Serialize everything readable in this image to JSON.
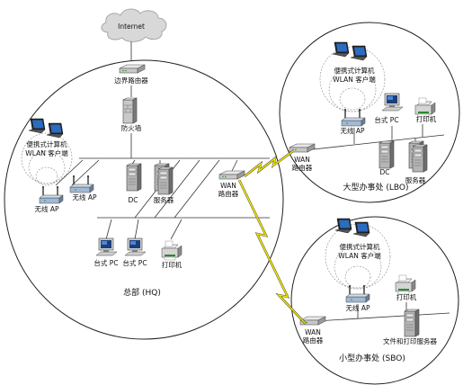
{
  "internet": "Internet",
  "hq": {
    "title": "总部 (HQ)",
    "border_router": "边界路由器",
    "firewall": "防火墙",
    "laptop_label_1": "便携式计算机",
    "laptop_label_2": "WLAN 客户端",
    "wireless_ap_left": "无线 AP",
    "wireless_ap_right": "无线 AP",
    "dc": "DC",
    "server": "服务器",
    "wan_router_1": "WAN",
    "wan_router_2": "路由器",
    "desktop_1": "台式 PC",
    "desktop_2": "台式 PC",
    "printer": "打印机"
  },
  "lbo": {
    "title": "大型办事处 (LBO)",
    "laptop_label_1": "便携式计算机",
    "laptop_label_2": "WLAN 客户端",
    "desktop": "台式 PC",
    "printer": "打印机",
    "wireless_ap": "无线 AP",
    "wan_router_1": "WAN",
    "wan_router_2": "路由器",
    "dc": "DC",
    "server": "服务器"
  },
  "sbo": {
    "title": "小型办事处 (SBO)",
    "laptop_label_1": "便携式计算机",
    "laptop_label_2": "WLAN 客户端",
    "printer": "打印机",
    "wireless_ap": "无线 AP",
    "wan_router_1": "WAN",
    "wan_router_2": "路由器",
    "file_print_server": "文件和打印服务器"
  },
  "colors": {
    "link": "#f2e600",
    "screen": "#2a6cc0",
    "device_gray": "#a8a8a8",
    "device_dark": "#555555"
  }
}
